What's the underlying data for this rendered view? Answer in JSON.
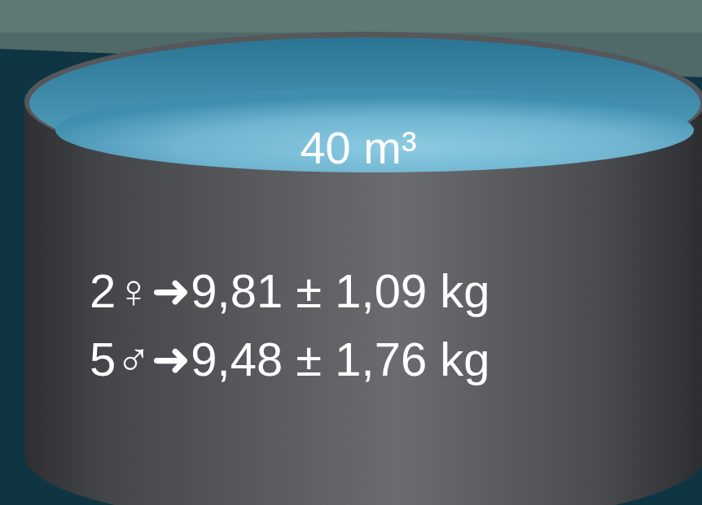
{
  "diagram": {
    "nodes": [
      {
        "text": [
          "40 m³",
          "2♀➜9,81 ± 1,09 kg",
          "5♂➜9,48 ± 1,76 kg"
        ]
      }
    ]
  }
}
